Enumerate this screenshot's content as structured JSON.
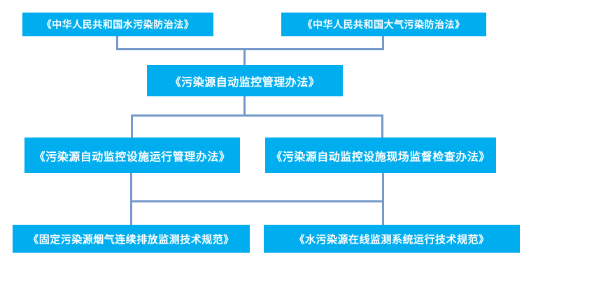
{
  "diagram": {
    "type": "flowchart",
    "colors": {
      "box_fill": "#00AEEF",
      "box_text": "#FFFFFF",
      "connector": "#7499CB",
      "background": "#FFFFFF"
    },
    "nodes": {
      "water_law": {
        "label": "《中华人民共和国水污染防治法》"
      },
      "air_law": {
        "label": "《中华人民共和国大气污染防治法》"
      },
      "auto_monitoring_measures": {
        "label": "《污染源自动监控管理办法》"
      },
      "facility_operation_measures": {
        "label": "《污染源自动监控设施运行管理办法》"
      },
      "onsite_inspection_measures": {
        "label": "《污染源自动监控设施现场监督检查办法》"
      },
      "flue_gas_cems_spec": {
        "label": "《固定污染源烟气连续排放监测技术规范》"
      },
      "water_online_monitoring_spec": {
        "label": "《水污染源在线监测系统运行技术规范》"
      }
    },
    "edges": [
      {
        "from": "water_law",
        "to": "auto_monitoring_measures"
      },
      {
        "from": "air_law",
        "to": "auto_monitoring_measures"
      },
      {
        "from": "auto_monitoring_measures",
        "to": "facility_operation_measures"
      },
      {
        "from": "auto_monitoring_measures",
        "to": "onsite_inspection_measures"
      },
      {
        "from": "facility_operation_measures",
        "to": "flue_gas_cems_spec"
      },
      {
        "from": "facility_operation_measures",
        "to": "water_online_monitoring_spec"
      },
      {
        "from": "onsite_inspection_measures",
        "to": "flue_gas_cems_spec"
      },
      {
        "from": "onsite_inspection_measures",
        "to": "water_online_monitoring_spec"
      }
    ]
  }
}
